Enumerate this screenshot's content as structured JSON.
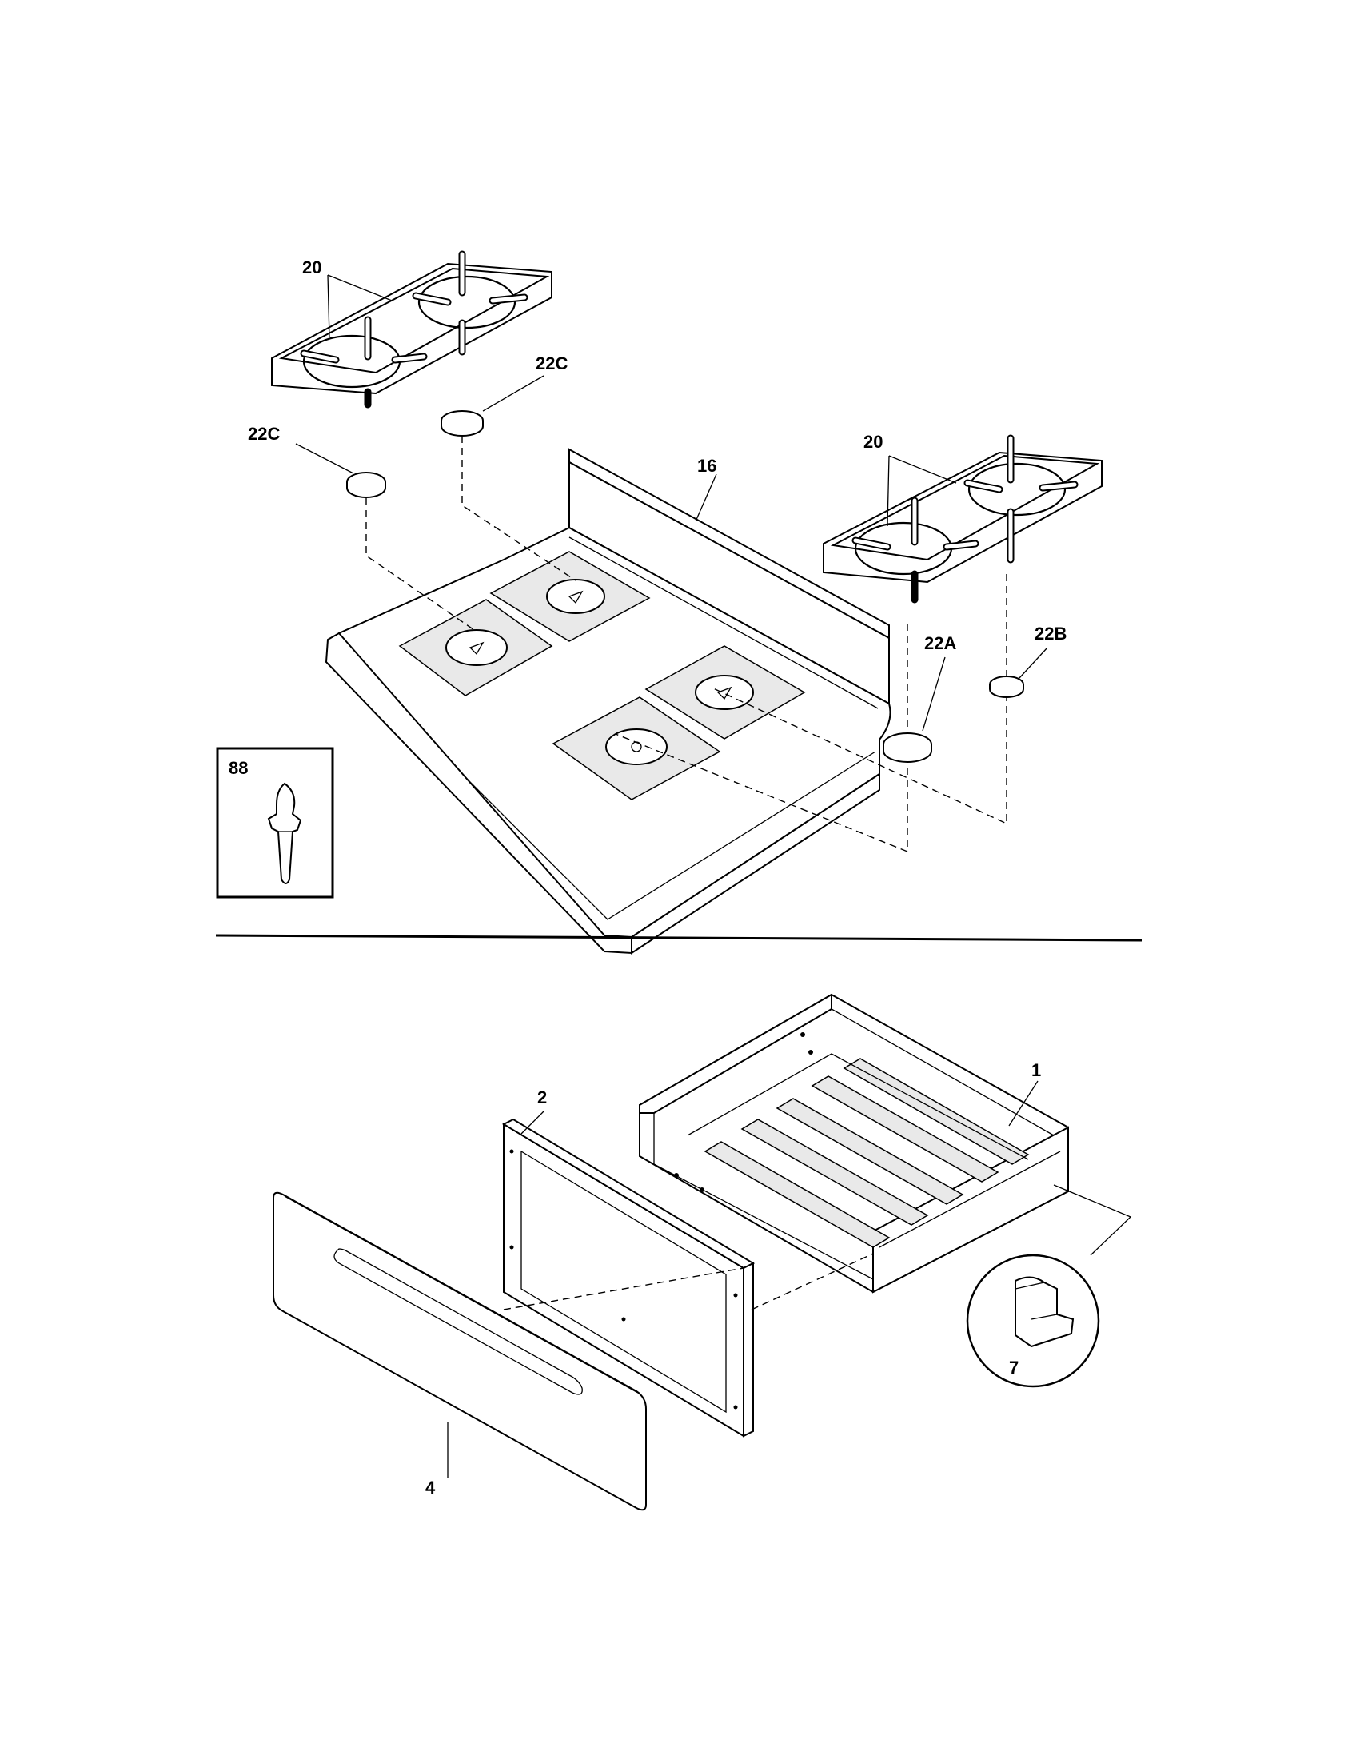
{
  "labels": {
    "grate_top_left": "20",
    "cap_top_left_right": "22C",
    "cap_top_left_left": "22C",
    "cooktop": "16",
    "grate_top_right": "20",
    "cap_large": "22A",
    "cap_small": "22B",
    "inset_screw": "88",
    "drawer_body": "1",
    "drawer_liner": "2",
    "drawer_front": "4",
    "drawer_clip": "7"
  }
}
